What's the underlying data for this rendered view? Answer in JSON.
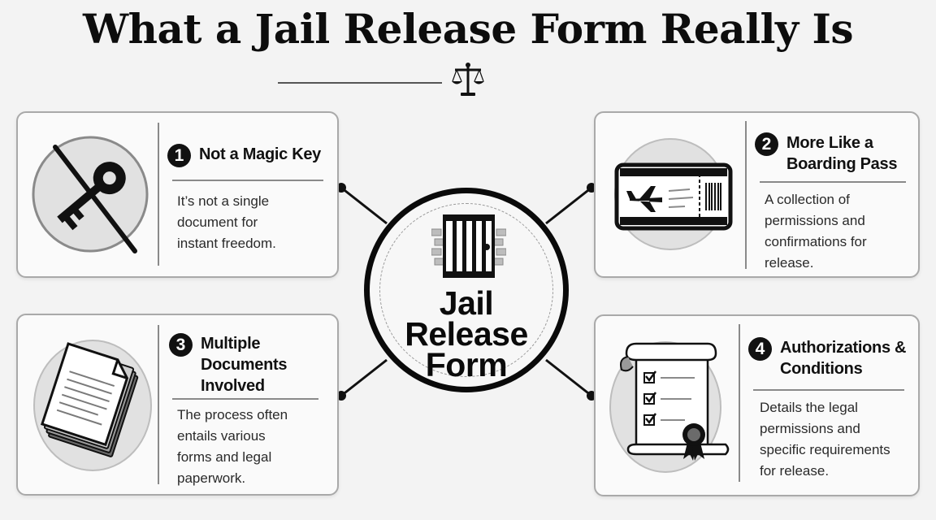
{
  "title": "What a Jail Release Form Really Is",
  "center": {
    "title": "Jail\nRelease\nForm",
    "icon": "jail-cell-icon"
  },
  "icons": {
    "header": "scales-of-justice-icon"
  },
  "colors": {
    "ink": "#111111",
    "card_border": "#a9a9a9",
    "background": "#f3f3f3"
  },
  "cards": [
    {
      "number": "1",
      "heading": "Not a Magic Key",
      "description": "It’s not a single\ndocument for\ninstant freedom.",
      "icon": "crossed-out-key-icon"
    },
    {
      "number": "2",
      "heading": "More Like a\nBoarding Pass",
      "description": "A collection of\npermissions and\nconfirmations for\nrelease.",
      "icon": "boarding-pass-icon"
    },
    {
      "number": "3",
      "heading": "Multiple\nDocuments\nInvolved",
      "description": "The process often\nentails various\nforms and legal\npaperwork.",
      "icon": "document-stack-icon"
    },
    {
      "number": "4",
      "heading": "Authorizations &\nConditions",
      "description": "Details the legal\npermissions and\nspecific requirements\nfor release.",
      "icon": "checklist-scroll-icon"
    }
  ]
}
